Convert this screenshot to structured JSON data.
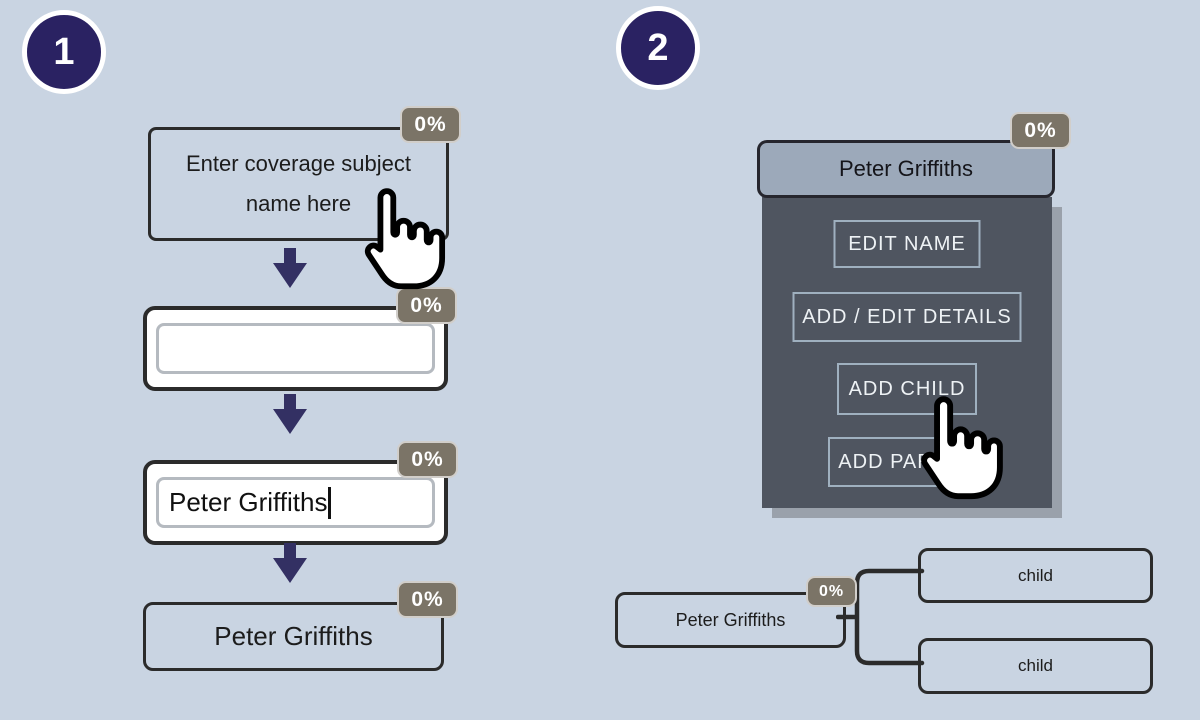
{
  "colors": {
    "background": "#c9d4e2",
    "step_circle": "#2a2262",
    "badge_bg": "#7b7467",
    "box_border": "#2b2b2b",
    "menu_panel_bg": "#4f5560",
    "menu_header_bg": "#9ca9ba",
    "menu_button_border": "#9fb0bf",
    "arrow": "#333063",
    "shadow": "#9aa1ab"
  },
  "step1": {
    "number": "1",
    "prompt_box": {
      "text": "Enter coverage subject name here",
      "badge": "0%"
    },
    "empty_input": {
      "value": "",
      "badge": "0%"
    },
    "typed_input": {
      "value": "Peter Griffiths",
      "badge": "0%"
    },
    "result_box": {
      "text": "Peter Griffiths",
      "badge": "0%"
    }
  },
  "step2": {
    "number": "2",
    "menu": {
      "header": "Peter Griffiths",
      "badge": "0%",
      "buttons": [
        "EDIT NAME",
        "ADD / EDIT DETAILS",
        "ADD CHILD",
        "ADD PARENT"
      ]
    },
    "tree": {
      "root": "Peter Griffiths",
      "badge": "0%",
      "children": [
        "child",
        "child"
      ]
    }
  }
}
